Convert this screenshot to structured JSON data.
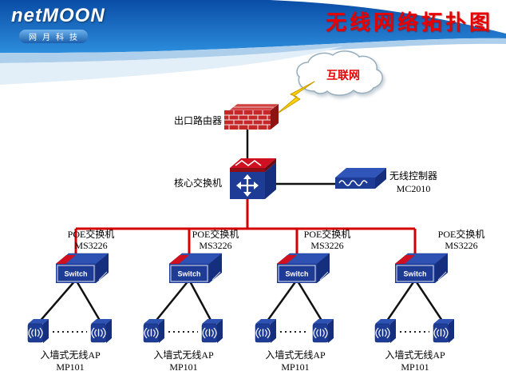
{
  "header": {
    "logo_text": "netMOON",
    "logo_sub": "网月科技",
    "title": "无线网络拓扑图"
  },
  "internet": {
    "label": "互联网"
  },
  "router": {
    "label": "出口路由器"
  },
  "core_switch": {
    "label": "核心交换机"
  },
  "controller": {
    "label": "无线控制器",
    "model": "MC2010"
  },
  "switch_text": "Switch",
  "poe_switches": [
    {
      "label": "POE交换机",
      "model": "MS3226"
    },
    {
      "label": "POE交换机",
      "model": "MS3226"
    },
    {
      "label": "POE交换机",
      "model": "MS3226"
    },
    {
      "label": "POE交换机",
      "model": "MS3226"
    }
  ],
  "ap_groups": [
    {
      "label": "入墙式无线AP",
      "model": "MP101"
    },
    {
      "label": "入墙式无线AP",
      "model": "MP101"
    },
    {
      "label": "入墙式无线AP",
      "model": "MP101"
    },
    {
      "label": "入墙式无线AP",
      "model": "MP101"
    }
  ],
  "colors": {
    "header_blue_dark": "#0a4da6",
    "header_blue_light": "#2c8ddd",
    "title_red": "#e60000",
    "line_red": "#d40000",
    "line_black": "#111111",
    "device_navy": "#1e3c96",
    "device_blue_top": "#2d52b4",
    "brick_red": "#c62828",
    "lightning_yellow": "#ffd400"
  }
}
